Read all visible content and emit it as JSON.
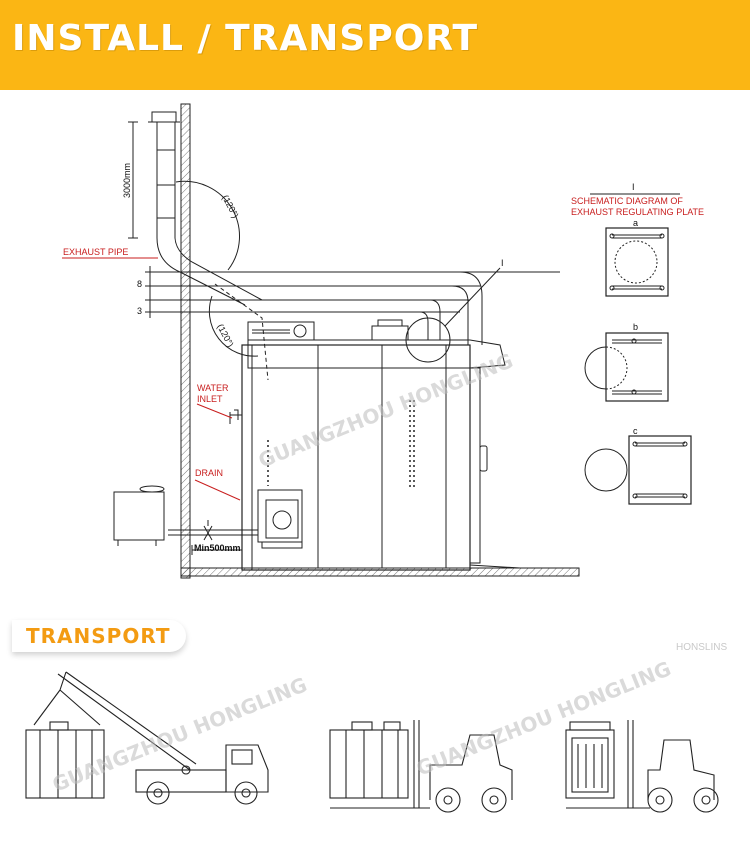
{
  "header": {
    "title": "INSTALL / TRANSPORT",
    "bg_color": "#fbb614"
  },
  "section": {
    "title": "TRANSPORT",
    "color": "#f39b12"
  },
  "labels": {
    "exhaust_pipe": "EXHAUST PIPE",
    "water_inlet_1": "WATER",
    "water_inlet_2": "INLET",
    "drain": "DRAIN",
    "min_distance": "Min500mm",
    "height_3000": "3000mm",
    "angle_top": "(120°)",
    "angle_bottom": "(120°)",
    "dim_8": "8",
    "dim_3": "3",
    "ref_I": "I",
    "schematic_ref": "I",
    "schematic_line1": "SCHEMATIC DIAGRAM OF",
    "schematic_line2": "EXHAUST REGULATING PLATE",
    "plate_a": "a",
    "plate_b": "b",
    "plate_c": "c"
  },
  "watermark": "GUANGZHOU HONGLING",
  "brand": "HONSLINS",
  "accent_red": "#c81e1e"
}
